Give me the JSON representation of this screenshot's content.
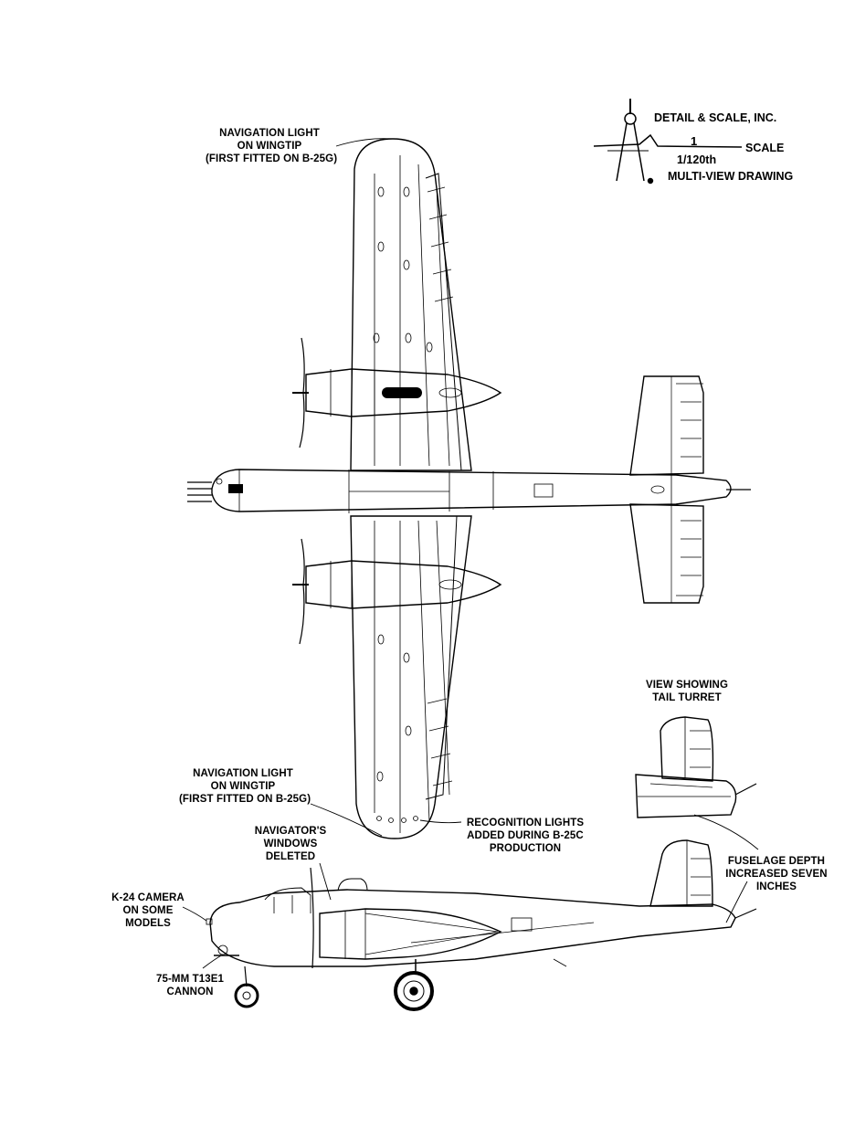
{
  "publisher": {
    "name": "DETAIL & SCALE, INC.",
    "scale_numerator": "1",
    "scale_word": "SCALE",
    "scale_denominator": "1/120th",
    "drawing_type": "MULTI-VIEW DRAWING"
  },
  "callouts": {
    "nav_light_top": [
      "NAVIGATION LIGHT",
      "ON WINGTIP",
      "(FIRST FITTED ON B-25G)"
    ],
    "nav_light_bottom": [
      "NAVIGATION LIGHT",
      "ON WINGTIP",
      "(FIRST FITTED ON B-25G)"
    ],
    "tail_turret_view": [
      "VIEW SHOWING",
      "TAIL TURRET"
    ],
    "recognition_lights": [
      "RECOGNITION LIGHTS",
      "ADDED DURING B-25C",
      "PRODUCTION"
    ],
    "navigator_windows": [
      "NAVIGATOR'S",
      "WINDOWS",
      "DELETED"
    ],
    "fuselage_depth": [
      "FUSELAGE DEPTH",
      "INCREASED SEVEN",
      "INCHES"
    ],
    "camera": [
      "K-24 CAMERA",
      "ON SOME",
      "MODELS"
    ],
    "cannon": [
      "75-MM T13E1",
      "CANNON"
    ]
  }
}
